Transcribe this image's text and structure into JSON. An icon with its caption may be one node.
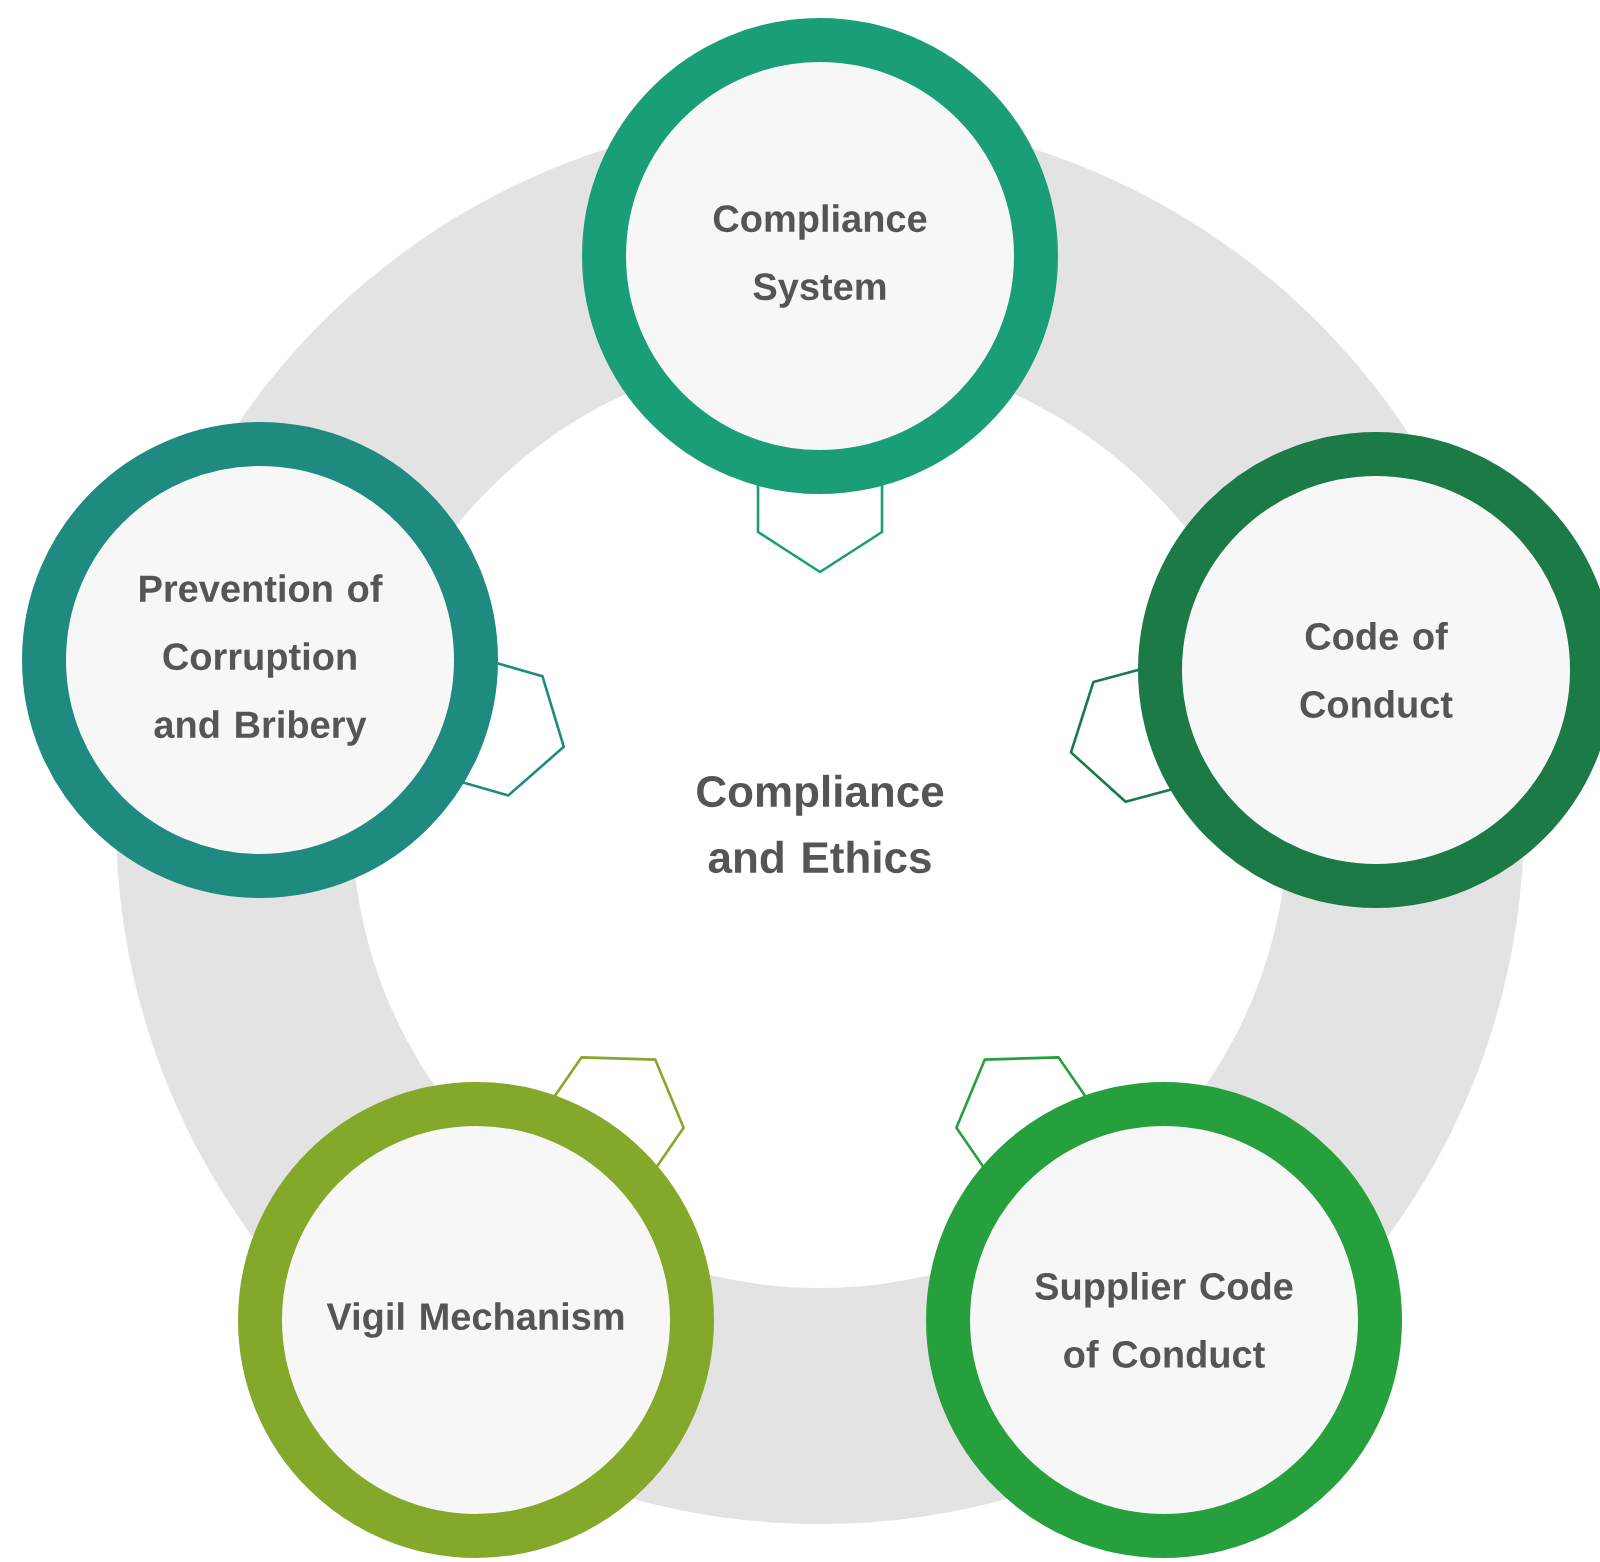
{
  "diagram": {
    "nodes": [
      {
        "text": [
          "Compliance and Ethics"
        ]
      },
      {
        "text": [
          "Compliance System"
        ]
      },
      {
        "text": [
          "Code of Conduct"
        ]
      },
      {
        "text": [
          "Prevention of Corruption and Bribery"
        ]
      },
      {
        "text": [
          "Vigil Mechanism"
        ]
      },
      {
        "text": [
          "Supplier Code of Conduct"
        ]
      }
    ]
  }
}
